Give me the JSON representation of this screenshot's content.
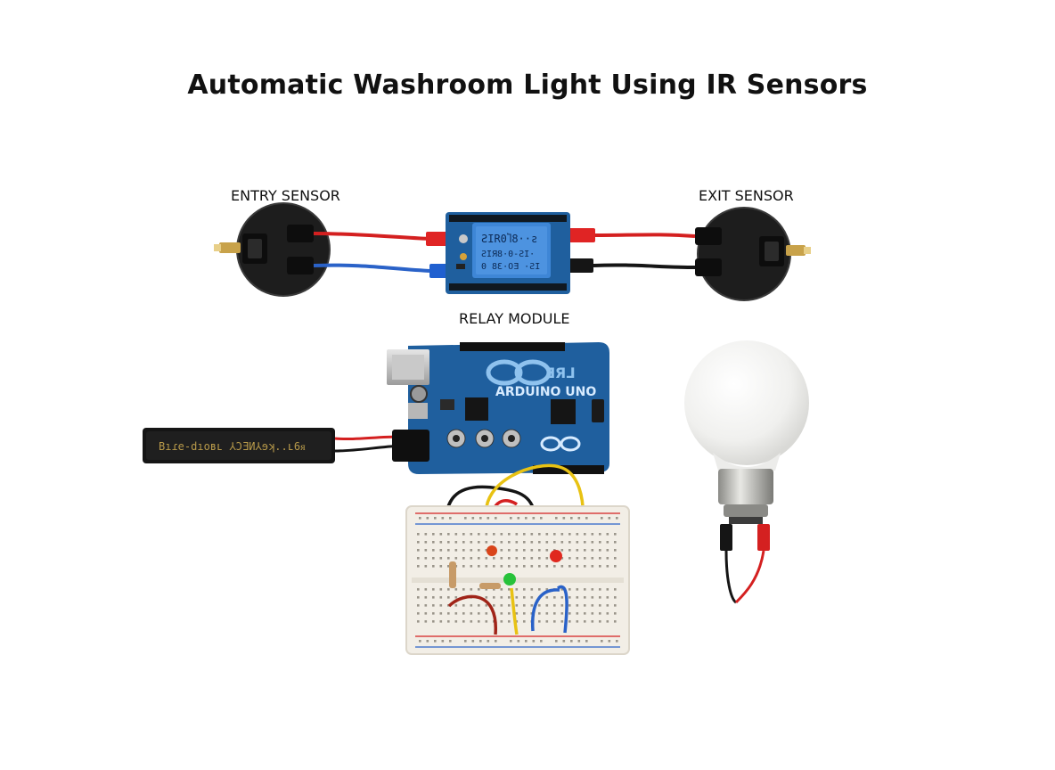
{
  "title": "Automatic Washroom Light Using IR Sensors",
  "labels": {
    "entry_sensor": "ENTRY SENSOR",
    "exit_sensor": "EXIT SENSOR",
    "relay_module": "RELAY MODULE"
  },
  "board_text": {
    "arduino": "ARDUINO UNO",
    "battery": "Bıɾe-dıoʙʟ ⅄ƆƎИ⅄ɘʞ..ʟ6ᴙ"
  },
  "colors": {
    "board_blue": "#1f5f9e",
    "wire_red": "#d42020",
    "wire_blue": "#2a62c8",
    "wire_black": "#151515",
    "wire_yellow": "#e8c213",
    "sensor_body": "#1d1d1d",
    "breadboard": "#f2eee6",
    "bulb_glass": "#f4f4f2"
  }
}
